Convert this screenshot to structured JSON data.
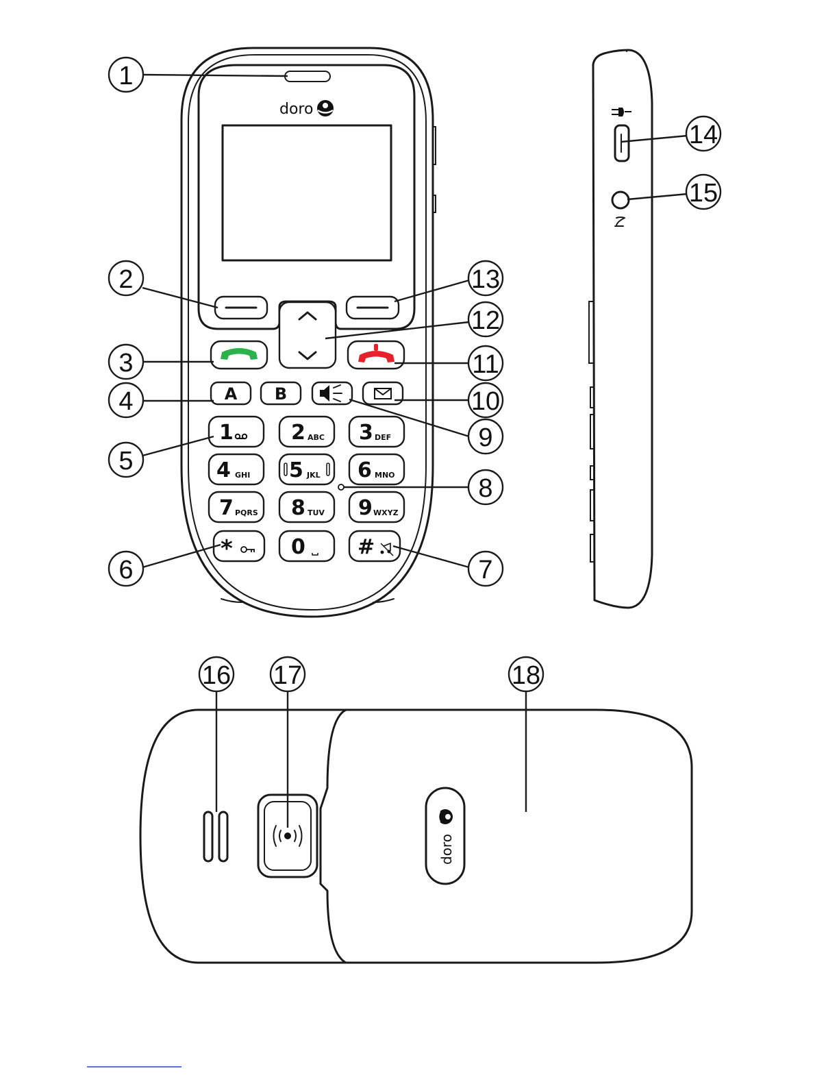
{
  "brand": {
    "logo_text": "doro"
  },
  "keypad": [
    {
      "main": "1",
      "sub": ""
    },
    {
      "main": "2",
      "sub": "ABC"
    },
    {
      "main": "3",
      "sub": "DEF"
    },
    {
      "main": "4",
      "sub": "GHI"
    },
    {
      "main": "5",
      "sub": "JKL"
    },
    {
      "main": "6",
      "sub": "MNO"
    },
    {
      "main": "7",
      "sub": "PQRS"
    },
    {
      "main": "8",
      "sub": "TUV"
    },
    {
      "main": "9",
      "sub": "WXYZ"
    },
    {
      "main": "*",
      "sub": ""
    },
    {
      "main": "0",
      "sub": ""
    },
    {
      "main": "#",
      "sub": ""
    }
  ],
  "shortcut_keys": {
    "a": "A",
    "b": "B"
  },
  "callouts": [
    "1",
    "2",
    "3",
    "4",
    "5",
    "6",
    "7",
    "8",
    "9",
    "10",
    "11",
    "12",
    "13",
    "14",
    "15",
    "16",
    "17",
    "18"
  ],
  "colors": {
    "call_green": "#2bb24c",
    "end_red": "#e8202a",
    "outline": "#1a1a1a"
  }
}
